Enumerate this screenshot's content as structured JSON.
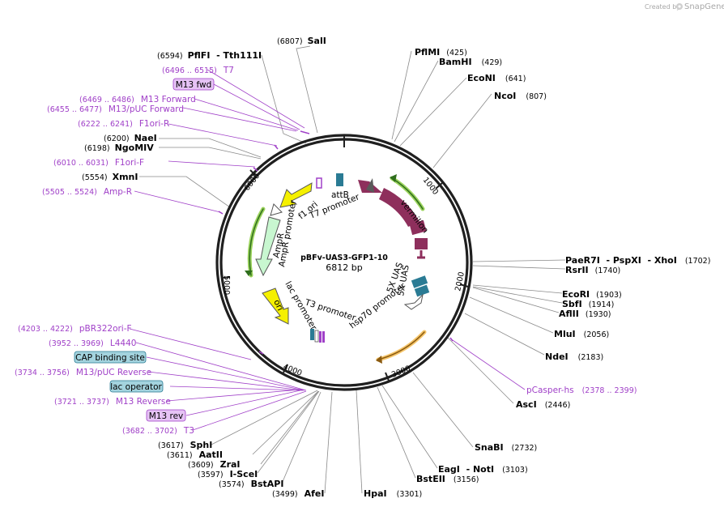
{
  "watermark": {
    "prefix": "Created by",
    "brand": "SnapGene"
  },
  "plasmid": {
    "name": "pBFv-UAS3-GFP1-10",
    "size": "6812 bp"
  },
  "ticks": [
    "1000",
    "2000",
    "3000",
    "4000",
    "5000",
    "6000"
  ],
  "enzymes": [
    {
      "name": "SalI",
      "pos": "(6807)"
    },
    {
      "name": "PflFI  - Tth111I",
      "pos": "(6594)"
    },
    {
      "name": "NaeI",
      "pos": "(6200)"
    },
    {
      "name": "NgoMIV",
      "pos": "(6198)"
    },
    {
      "name": "XmnI",
      "pos": "(5554)"
    },
    {
      "name": "PflMI",
      "pos": "(425)"
    },
    {
      "name": "BamHI",
      "pos": "(429)"
    },
    {
      "name": "EcoNI",
      "pos": "(641)"
    },
    {
      "name": "NcoI",
      "pos": "(807)"
    },
    {
      "name": "PaeR7I  - PspXI  - XhoI",
      "pos": "(1702)"
    },
    {
      "name": "RsrII",
      "pos": "(1740)"
    },
    {
      "name": "EcoRI",
      "pos": "(1903)"
    },
    {
      "name": "SbfI",
      "pos": "(1914)"
    },
    {
      "name": "AflII",
      "pos": "(1930)"
    },
    {
      "name": "MluI",
      "pos": "(2056)"
    },
    {
      "name": "NdeI",
      "pos": "(2183)"
    },
    {
      "name": "AscI",
      "pos": "(2446)"
    },
    {
      "name": "SnaBI",
      "pos": "(2732)"
    },
    {
      "name": "EagI  - NotI",
      "pos": "(3103)"
    },
    {
      "name": "BstEII",
      "pos": "(3156)"
    },
    {
      "name": "HpaI",
      "pos": "(3301)"
    },
    {
      "name": "AfeI",
      "pos": "(3499)"
    },
    {
      "name": "BstAPI",
      "pos": "(3574)"
    },
    {
      "name": "I-SceI",
      "pos": "(3597)"
    },
    {
      "name": "ZraI",
      "pos": "(3609)"
    },
    {
      "name": "AatII",
      "pos": "(3611)"
    },
    {
      "name": "SphI",
      "pos": "(3617)"
    }
  ],
  "primers": [
    {
      "name": "T7",
      "pos": "(6496 .. 6515)"
    },
    {
      "name": "M13 Forward",
      "pos": "(6469 .. 6486)"
    },
    {
      "name": "M13/pUC Forward",
      "pos": "(6455 .. 6477)"
    },
    {
      "name": "F1ori-R",
      "pos": "(6222 .. 6241)"
    },
    {
      "name": "F1ori-F",
      "pos": "(6010 .. 6031)"
    },
    {
      "name": "Amp-R",
      "pos": "(5505 .. 5524)"
    },
    {
      "name": "pBR322ori-F",
      "pos": "(4203 .. 4222)"
    },
    {
      "name": "L4440",
      "pos": "(3952 .. 3969)"
    },
    {
      "name": "M13/pUC Reverse",
      "pos": "(3734 .. 3756)"
    },
    {
      "name": "M13 Reverse",
      "pos": "(3721 .. 3737)"
    },
    {
      "name": "T3",
      "pos": "(3682 .. 3702)"
    },
    {
      "name": "pCasper-hs",
      "pos": "(2378 .. 2399)"
    }
  ],
  "boxed_features": [
    {
      "name": "M13 fwd",
      "fill": "#e6c3f5",
      "stroke": "#a040c8"
    },
    {
      "name": "CAP binding site",
      "fill": "#a3d3de",
      "stroke": "#2a7b94"
    },
    {
      "name": "lac operator",
      "fill": "#a3d3de",
      "stroke": "#2a7b94"
    },
    {
      "name": "M13 rev",
      "fill": "#e6c3f5",
      "stroke": "#a040c8"
    }
  ],
  "features": [
    {
      "name": "vermilion",
      "color": "#8e2f5c"
    },
    {
      "name": "attB",
      "color": "#2a7b94"
    },
    {
      "name": "f1 ori",
      "color": "#f5f000"
    },
    {
      "name": "T7 promoter",
      "color": "#ffffff"
    },
    {
      "name": "AmpR promoter",
      "color": "#ffffff"
    },
    {
      "name": "AmpR",
      "color": "#c8f7d0"
    },
    {
      "name": "ori",
      "color": "#f5f000"
    },
    {
      "name": "lac promoter",
      "color": "#ffffff"
    },
    {
      "name": "T3 promoter",
      "color": "#ffffff"
    },
    {
      "name": "hsp70 promoter",
      "color": "#ffffff"
    },
    {
      "name": "5X UAS",
      "color": "#2a7b94"
    },
    {
      "name": "5X UAS",
      "color": "#2a7b94"
    }
  ],
  "colors": {
    "primer": "#a040c8",
    "ring": "#1a1a1a",
    "line": "#888888"
  }
}
